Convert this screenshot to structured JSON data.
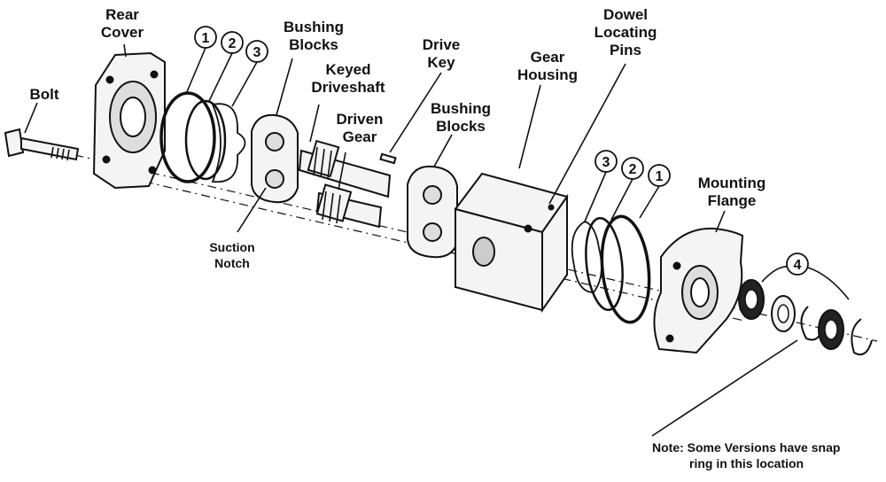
{
  "labels": {
    "rear_cover": [
      "Rear",
      "Cover"
    ],
    "bolt": "Bolt",
    "bushing_blocks_1": [
      "Bushing",
      "Blocks"
    ],
    "keyed_driveshaft": [
      "Keyed",
      "Driveshaft"
    ],
    "driven_gear": [
      "Driven",
      "Gear"
    ],
    "drive_key": [
      "Drive",
      "Key"
    ],
    "bushing_blocks_2": [
      "Bushing",
      "Blocks"
    ],
    "gear_housing": [
      "Gear",
      "Housing"
    ],
    "dowel_pins": [
      "Dowel",
      "Locating",
      "Pins"
    ],
    "suction_notch": [
      "Suction",
      "Notch"
    ],
    "mounting_flange": [
      "Mounting",
      "Flange"
    ],
    "note": [
      "Note: Some Versions have snap",
      "ring in this location"
    ]
  },
  "callouts_left": [
    "1",
    "2",
    "3"
  ],
  "callouts_right": [
    "3",
    "2",
    "1"
  ],
  "callout_4": "4"
}
